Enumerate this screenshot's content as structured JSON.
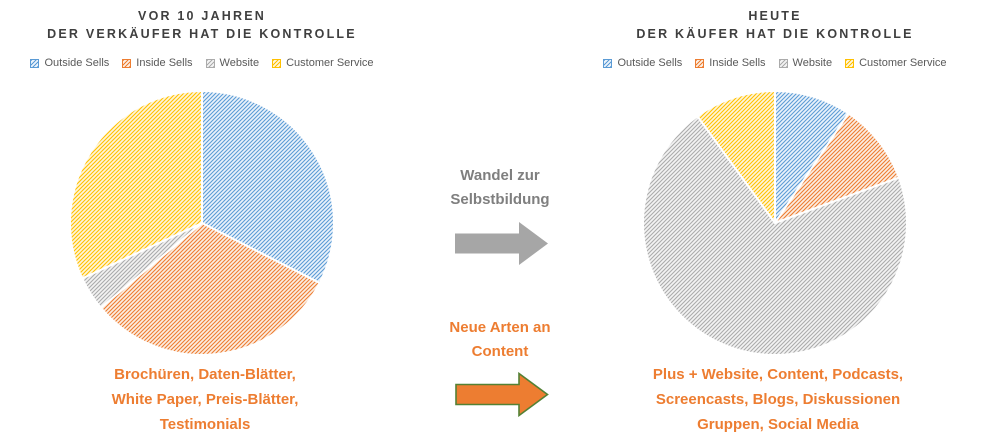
{
  "panels": {
    "before": {
      "title_lines": [
        "VOR 10 JAHREN",
        "DER VERKÄUFER HAT DIE KONTROLLE"
      ],
      "footer_lines": [
        "Brochüren, Daten-Blätter,",
        "White Paper, Preis-Blätter,",
        "Testimonials"
      ]
    },
    "after": {
      "title_lines": [
        "HEUTE",
        "DER KÄUFER HAT DIE KONTROLLE"
      ],
      "footer_lines": [
        "Plus + Website, Content, Podcasts,",
        "Screencasts, Blogs, Diskussionen",
        "Gruppen, Social Media"
      ]
    }
  },
  "middle": {
    "transition_label_lines": [
      "Wandel zur",
      "Selbstbildung"
    ],
    "new_content_label_lines": [
      "Neue Arten an",
      "Content"
    ]
  },
  "legend": {
    "items": [
      "Outside Sells",
      "Inside Sells",
      "Website",
      "Customer Service"
    ]
  },
  "colors": {
    "title_text": "#3F3F3F",
    "legend_text": "#595959",
    "transition_text": "#7F7F7F",
    "accent_orange_text": "#ED7D31",
    "gray_arrow_fill": "#A6A6A6",
    "orange_arrow_fill": "#ED7D31",
    "orange_arrow_outline": "#538135",
    "slice_stroke": "#FFFFFF",
    "slice_fg": [
      "#5B9BD5",
      "#ED7D31",
      "#ABABAB",
      "#FFC000"
    ],
    "slice_bg": [
      "#EBF3FB",
      "#FCEEE3",
      "#F3F3F3",
      "#FFF6DC"
    ]
  },
  "chart_data": [
    {
      "type": "pie",
      "title": "VOR 10 JAHREN – DER VERKÄUFER HAT DIE KONTROLLE",
      "categories": [
        "Outside Sells",
        "Inside Sells",
        "Website",
        "Customer Service"
      ],
      "values": [
        32.5,
        31.4,
        4.2,
        31.9
      ],
      "unit": "percent",
      "start_angle_deg": 0,
      "direction": "clockwise",
      "legend_position": "top",
      "pattern": "light-diagonal-hatch",
      "annotation": "Brochüren, Daten-Blätter, White Paper, Preis-Blätter, Testimonials"
    },
    {
      "type": "pie",
      "title": "HEUTE – DER KÄUFER HAT DIE KONTROLLE",
      "categories": [
        "Outside Sells",
        "Inside Sells",
        "Website",
        "Customer Service"
      ],
      "values": [
        9.4,
        10.0,
        70.6,
        10.0
      ],
      "unit": "percent",
      "start_angle_deg": 0,
      "direction": "clockwise",
      "legend_position": "top",
      "pattern": "light-diagonal-hatch",
      "annotation": "Plus + Website, Content, Podcasts, Screencasts, Blogs, Diskussionen Gruppen, Social Media"
    }
  ]
}
